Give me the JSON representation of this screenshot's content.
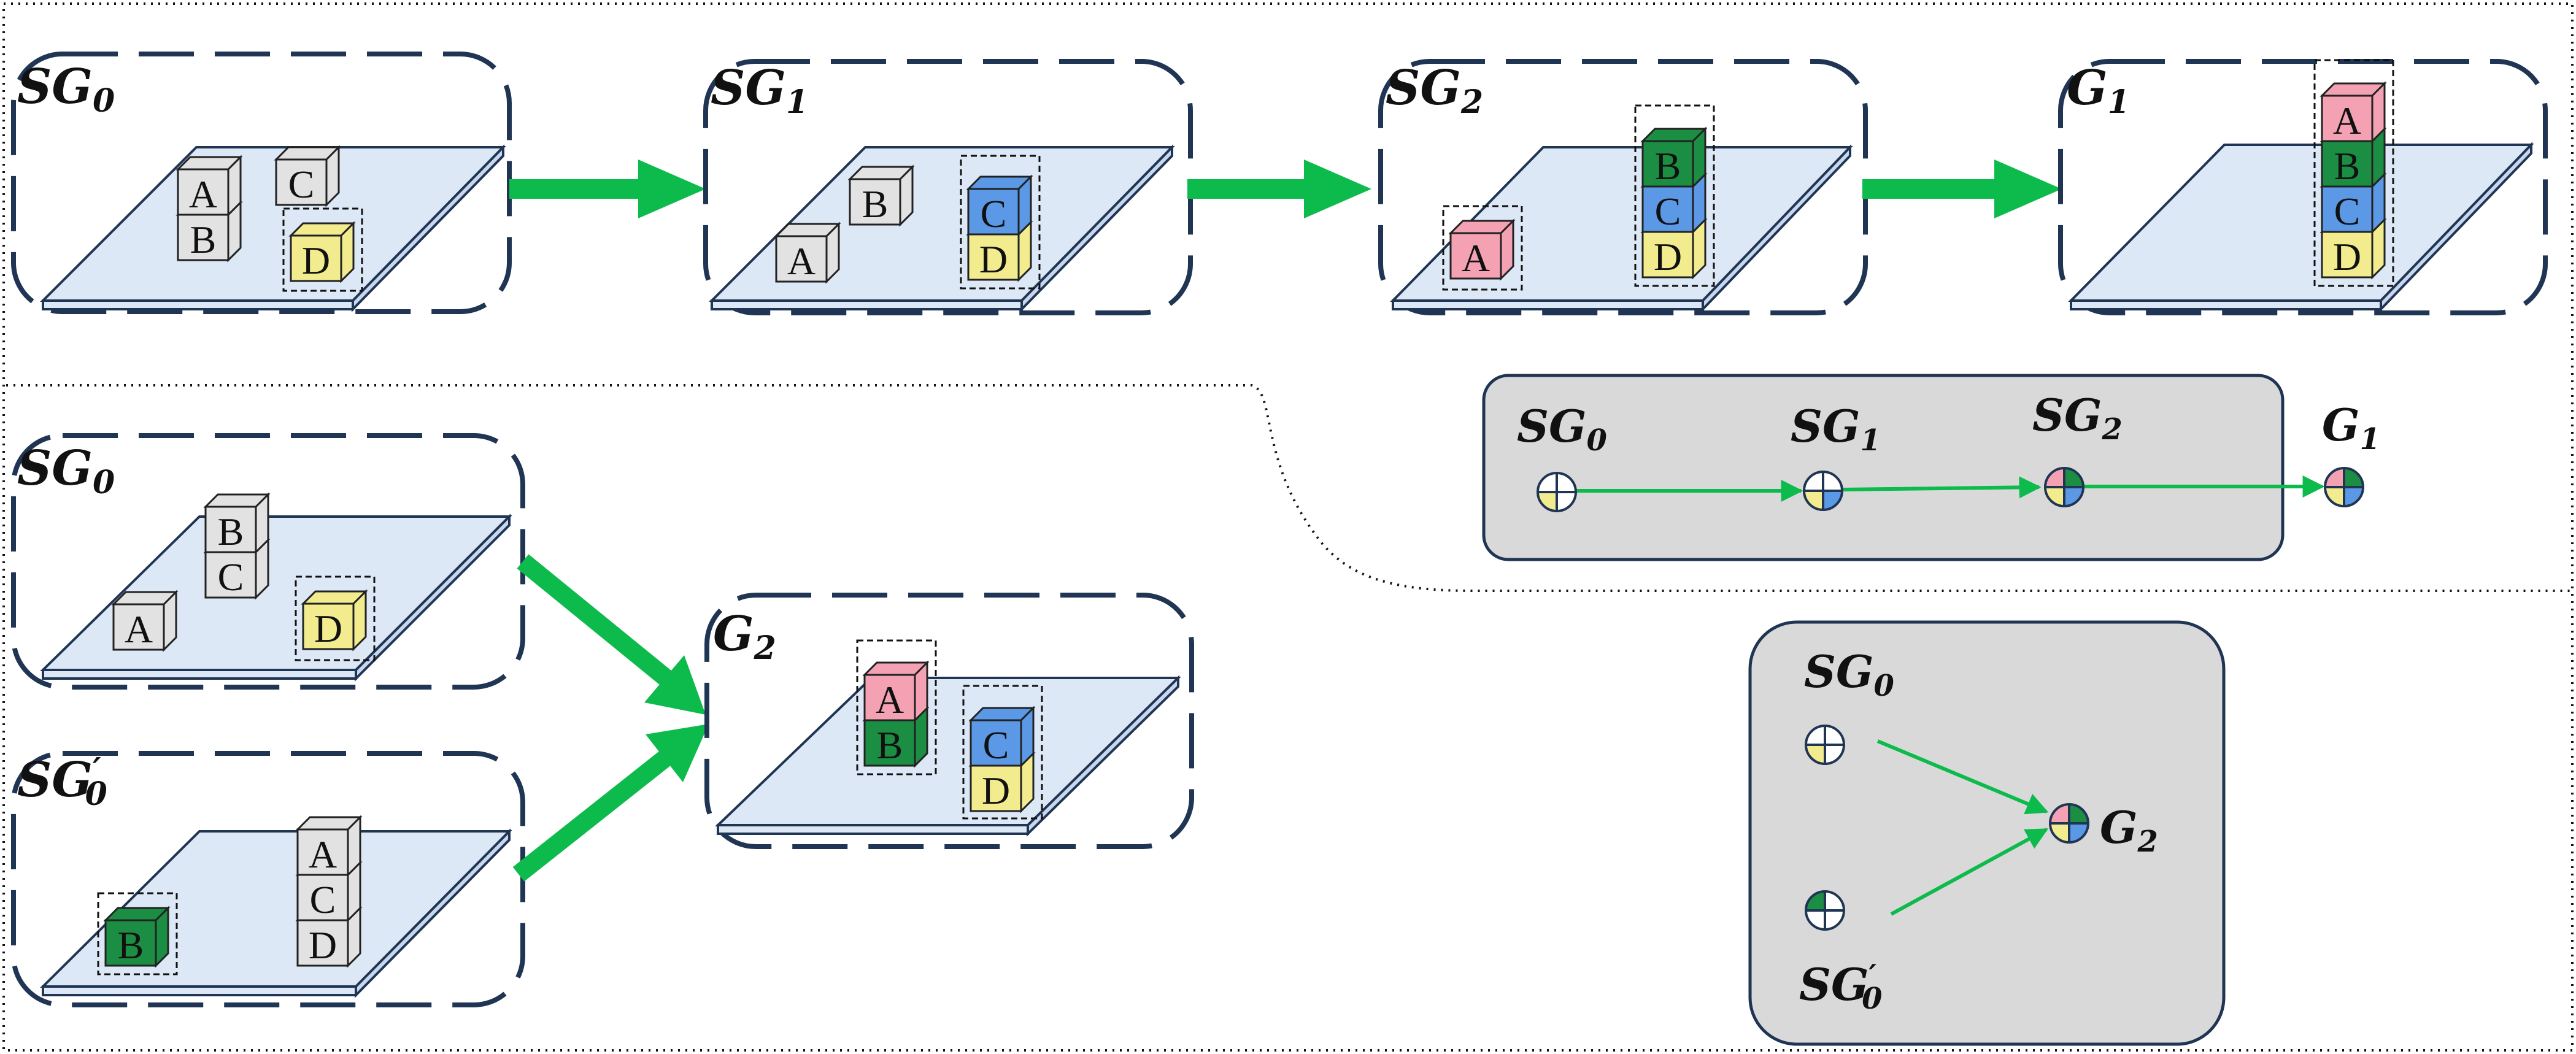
{
  "labels": {
    "sg0": "SG",
    "sg0_sub": "0",
    "sg1": "SG",
    "sg1_sub": "1",
    "sg2": "SG",
    "sg2_sub": "2",
    "g1": "G",
    "g1_sub": "1",
    "g2": "G",
    "g2_sub": "2",
    "sg0p": "SG",
    "sg0p_prime": "′",
    "sg0p_sub": "0"
  },
  "blocks": {
    "a": "A",
    "b": "B",
    "c": "C",
    "d": "D"
  },
  "colors": {
    "gray": "#e2e2e2",
    "yellow": "#f3ec8e",
    "blue": "#5b98e6",
    "green": "#1b8e43",
    "pink": "#f4a1b4",
    "arrow": "#0dbb4c",
    "panel": "#d9d9d9",
    "border": "#1f3553",
    "table": "#dde8f7"
  }
}
